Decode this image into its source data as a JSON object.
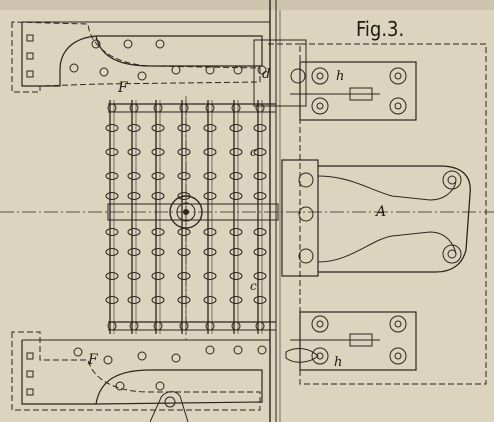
{
  "figure": {
    "title": "Fig.3.",
    "labels": {
      "F_top": "F",
      "F_bottom": "F",
      "d": "d",
      "h_top": "h",
      "h_bottom": "h",
      "c_upper": "c",
      "c_lower": "c",
      "A": "A"
    }
  },
  "colors": {
    "paper": "#ddd4c0",
    "ink": "#2a251d"
  }
}
